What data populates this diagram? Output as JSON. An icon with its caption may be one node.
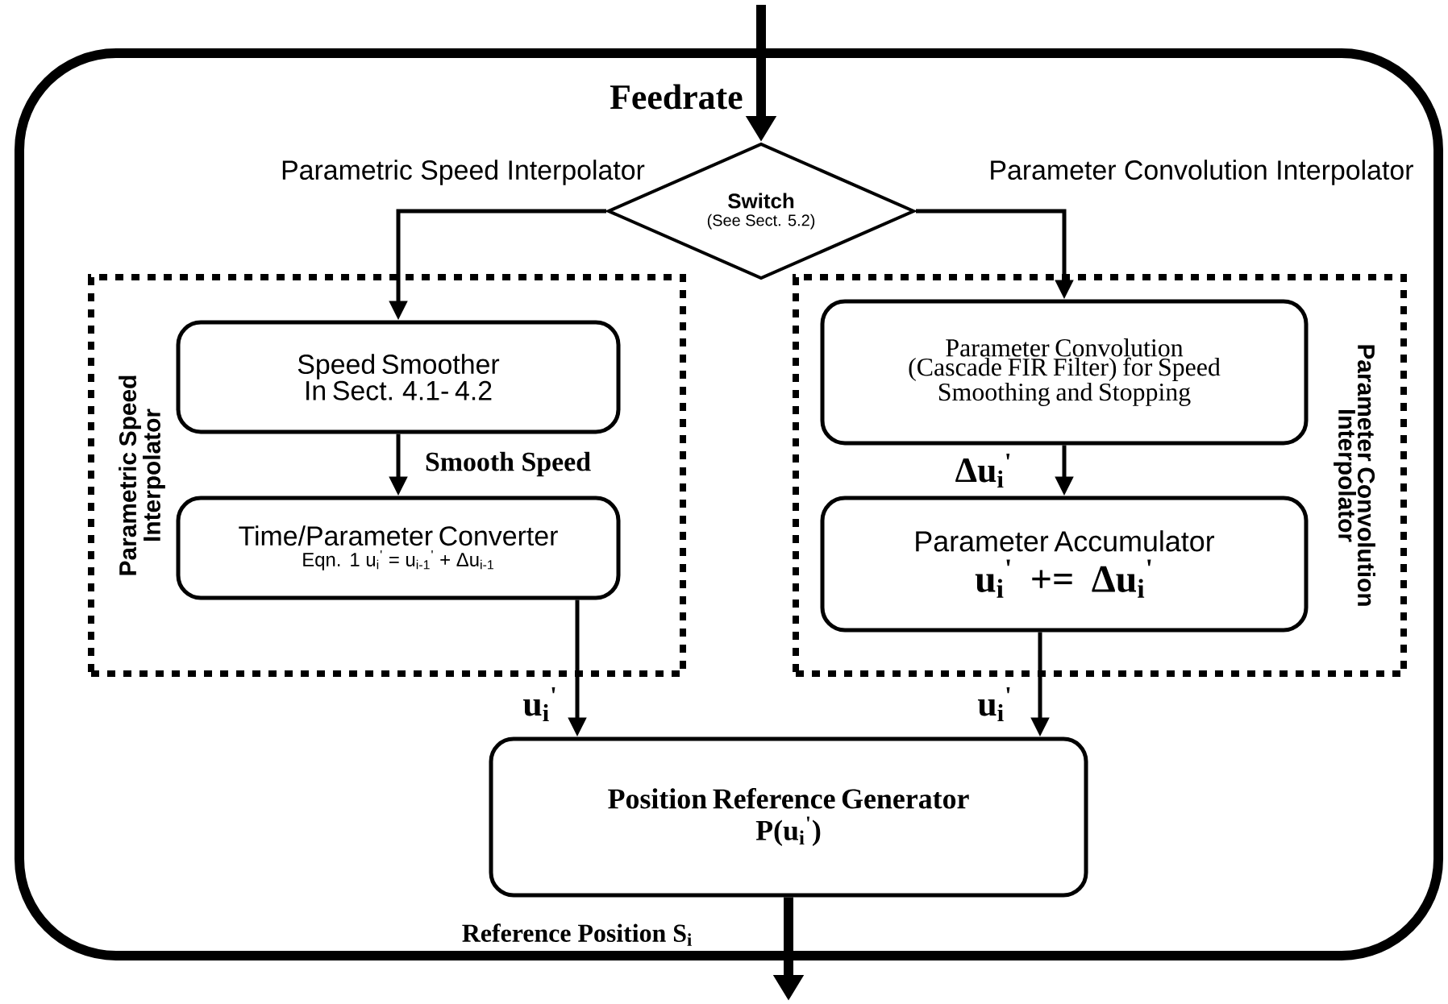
{
  "diagram": {
    "nodes": [
      {
        "text": [],
        "shape": "box"
      },
      {
        "text": [
          "Switch",
          "(See Sect. 5.2)"
        ],
        "in": 0
      },
      {
        "text": [
          "Parametric Speed Interpolator"
        ],
        "in": 0
      },
      {
        "text": [
          "Speed Smoother In Sect. 4.1- 4.2"
        ],
        "in": 2
      },
      {
        "text": [
          "Time/Parameter Converter",
          "Eqn. 1 u$_{i}$$^{'}$ = u$_{i-1}$$^{'}$ + Δu$_{i-1}$"
        ],
        "in": 2
      },
      {
        "text": [
          "Parameter Convolution Interpolator"
        ],
        "in": 0
      },
      {
        "text": [
          "Parameter Convolution (Cascade FIR Filter) for Speed Smoothing and Stopping"
        ],
        "in": 5
      },
      {
        "text": [
          "Parameter Accumulator",
          "u$_{i}$$^{'}$ += Δu$_{i}$$^{'}$"
        ],
        "in": 5
      },
      {
        "text": [
          "Position Reference Generator",
          "P(u$_{i}$$^{'}$)"
        ],
        "in": 0
      }
    ],
    "edges": [
      {
        "from": null,
        "to": 1,
        "arrow": "to",
        "label": "Feedrate",
        "style": "thick"
      },
      {
        "from": 1,
        "to": 3,
        "arrow": "to",
        "label": "Parametric Speed Interpolator"
      },
      {
        "from": 1,
        "to": 6,
        "arrow": "to",
        "label": "Parameter Convolution Interpolator"
      },
      {
        "from": 3,
        "to": 4,
        "arrow": "to",
        "label": "Smooth Speed"
      },
      {
        "from": 6,
        "to": 7,
        "arrow": "to",
        "label": "Δu$_{i}$$^{'}$"
      },
      {
        "from": 4,
        "to": 8,
        "arrow": "to",
        "label": "u$_{i}$$^{'}$"
      },
      {
        "from": 7,
        "to": 8,
        "arrow": "to",
        "label": "u$_{i}$$^{'}$"
      },
      {
        "from": 8,
        "to": null,
        "arrow": "to",
        "label": "Reference Position S$_{i}$",
        "style": "thick"
      }
    ]
  }
}
